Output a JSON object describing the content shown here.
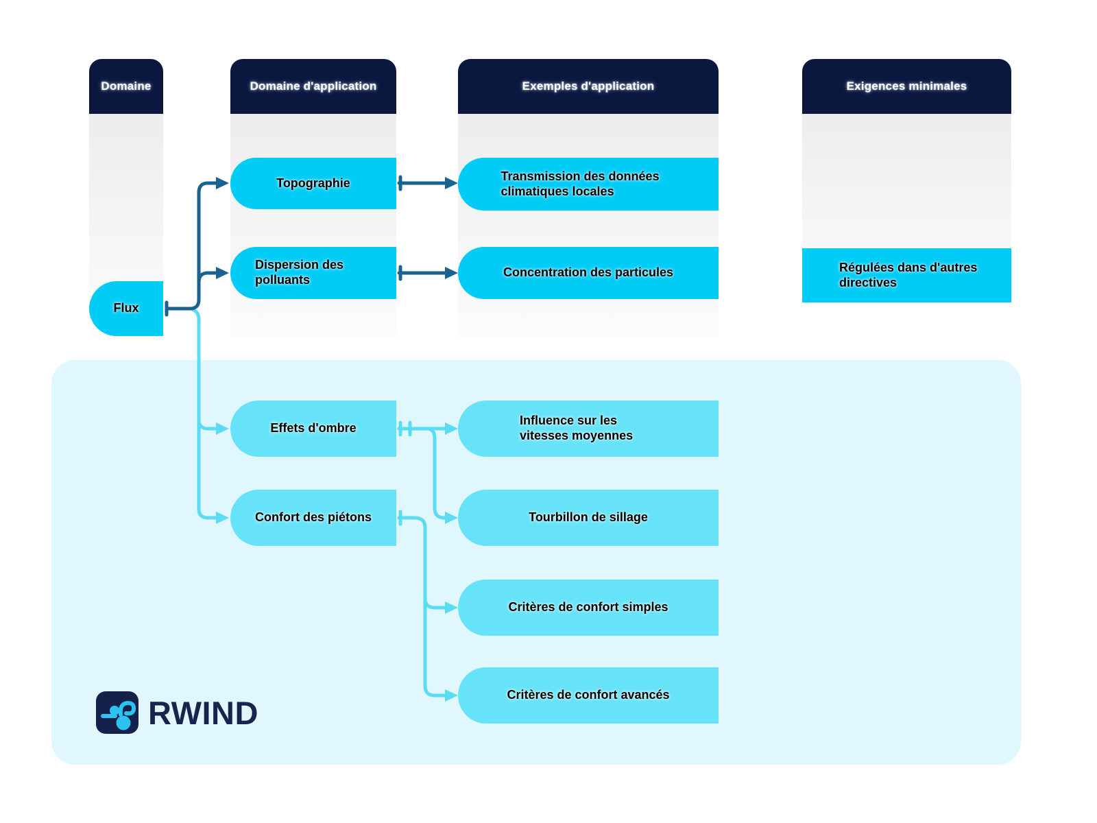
{
  "columns": [
    {
      "title": "Domaine"
    },
    {
      "title": "Domaine d'application"
    },
    {
      "title": "Exemples d'application"
    },
    {
      "title": "Exigences minimales"
    }
  ],
  "nodes": {
    "flux": {
      "label": "Flux"
    },
    "topographie": {
      "label": "Topographie"
    },
    "dispersion": {
      "label": "Dispersion des polluants"
    },
    "transmission": {
      "label": "Transmission des données climatiques locales"
    },
    "concentration": {
      "label": "Concentration des particules"
    },
    "regulees": {
      "label": "Régulées dans d'autres directives"
    },
    "effets_ombre": {
      "label": "Effets d'ombre"
    },
    "confort_pietons": {
      "label": "Confort des piétons"
    },
    "influence_vitesses": {
      "label": "Influence sur les vitesses moyennes"
    },
    "tourbillon": {
      "label": "Tourbillon de sillage"
    },
    "criteres_simples": {
      "label": "Critères de confort simples"
    },
    "criteres_avances": {
      "label": "Critères de confort avancés"
    }
  },
  "logo": {
    "brand": "RWIND",
    "icon": "wind-swirl-icon"
  },
  "colors": {
    "header_bg": "#0a1840",
    "header_text": "#ffffff",
    "col_top": "#ededed",
    "col_bottom": "#fcfcfc",
    "cyan_bright": "#00ccf6",
    "cyan_soft": "#66e3f8",
    "panel_bg": "#e0f8fd",
    "edge_dark": "#1a628f",
    "edge_light": "#59dcf4",
    "label_text": "#000000",
    "logo_bg": "#14214a",
    "logo_icon": "#2bc3f0",
    "brand_text": "#16254e"
  }
}
